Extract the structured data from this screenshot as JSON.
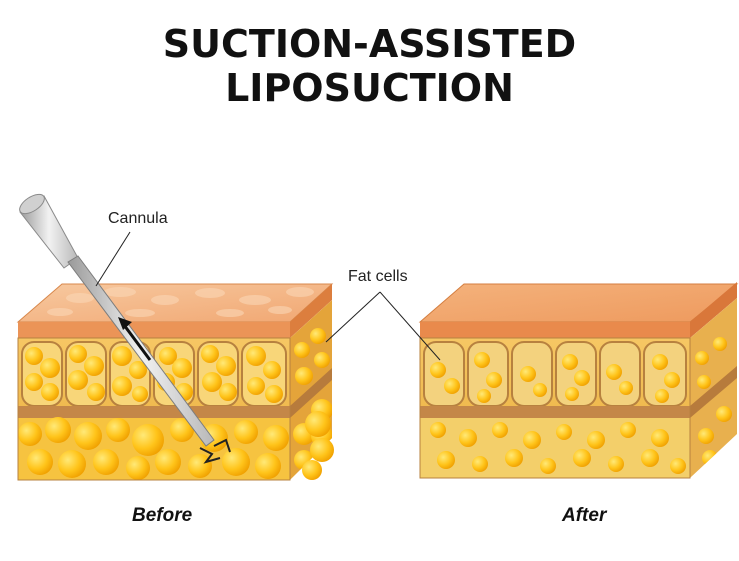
{
  "title": {
    "line1": "SUCTION-ASSISTED",
    "line2": "LIPOSUCTION"
  },
  "labels": {
    "cannula": "Cannula",
    "fat_cells": "Fat cells"
  },
  "panels": {
    "before": "Before",
    "after": "After"
  },
  "colors": {
    "skin_top": "#f4b98a",
    "skin_side": "#ee9a5e",
    "skin_front": "#e98a4c",
    "fat_cell": "#ffc814",
    "fat_bg": "#fbd24a",
    "septa": "#b07a3c",
    "cannula": "#d9d9d9"
  }
}
